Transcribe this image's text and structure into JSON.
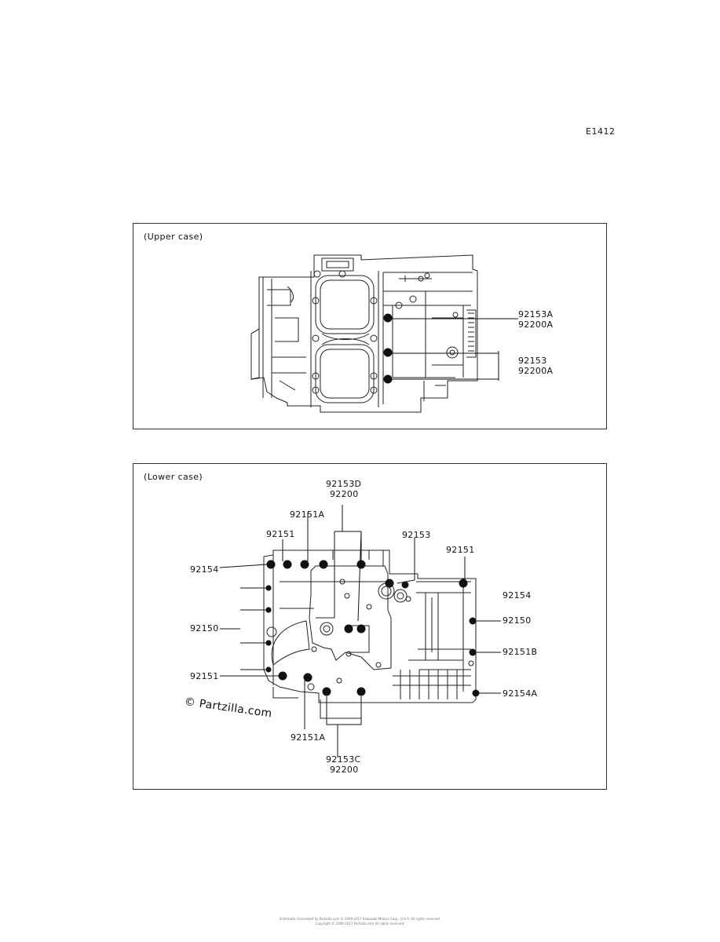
{
  "figure_code": "E1412",
  "upper": {
    "title": "(Upper case)",
    "labels": [
      "92153A",
      "92200A",
      "92153",
      "92200A"
    ]
  },
  "lower": {
    "title": "(Lower case)",
    "labels": {
      "top_center_1": "92153D",
      "top_center_2": "92200",
      "l_92151A_top": "92151A",
      "l_92151_top": "92151",
      "l_92153": "92153",
      "l_92151_right": "92151",
      "l_92154_left": "92154",
      "l_92154_right": "92154",
      "l_92150_left": "92150",
      "l_92150_right": "92150",
      "l_92151B": "92151B",
      "l_92151_left": "92151",
      "l_92154A": "92154A",
      "l_92151A_bottom": "92151A",
      "bottom_center_1": "92153C",
      "bottom_center_2": "92200"
    }
  },
  "watermark": "© Partzilla.com",
  "footer_lines": [
    "Schematic Generated by Partzilla.com © 2009-2017 Kawasaki Motors Corp., U.S.A. All rights reserved.",
    "Copyright © 2009-2017 Partzilla.com All rights reserved."
  ]
}
